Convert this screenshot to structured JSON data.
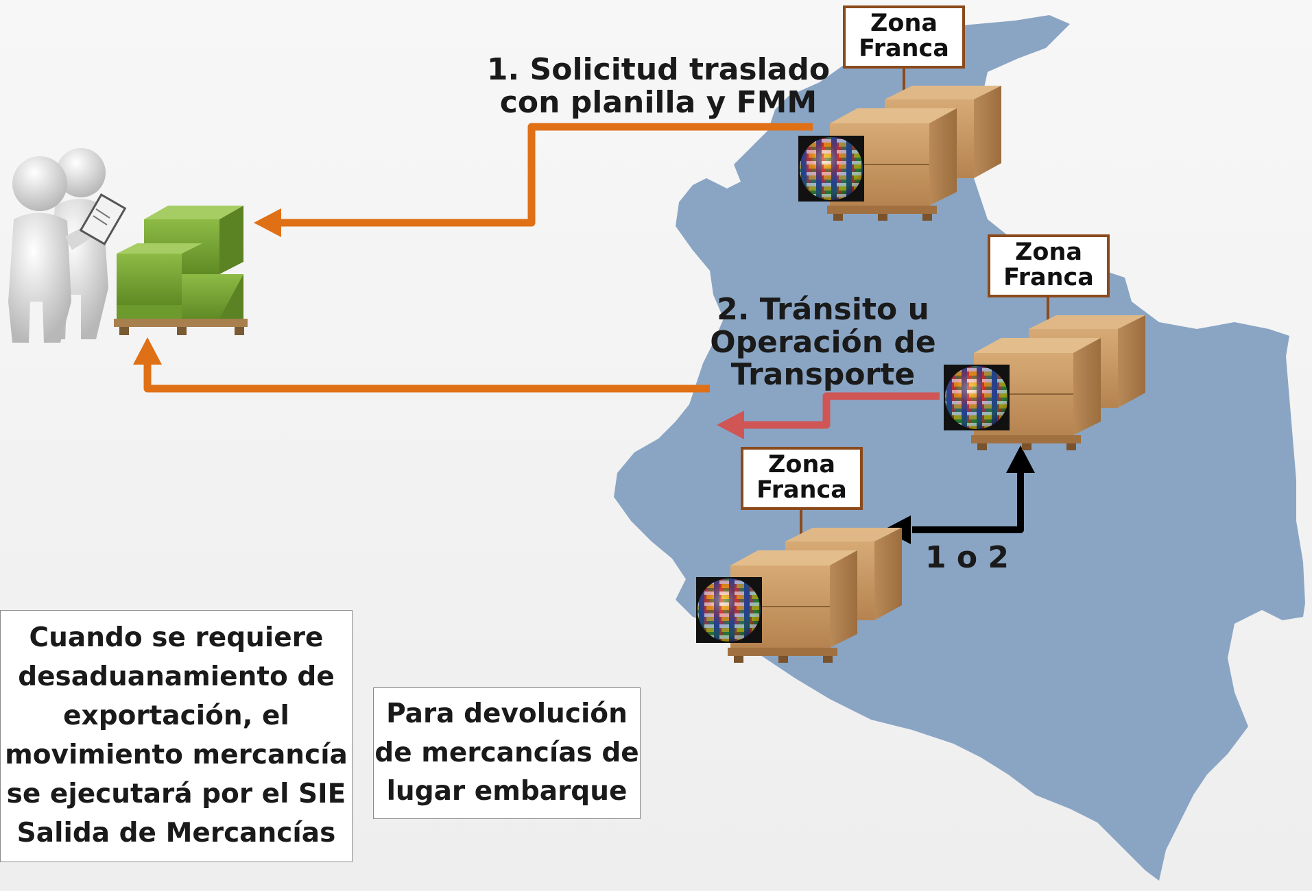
{
  "zones": [
    {
      "line1": "Zona",
      "line2": "Franca"
    },
    {
      "line1": "Zona",
      "line2": "Franca"
    },
    {
      "line1": "Zona",
      "line2": "Franca"
    }
  ],
  "arrows": {
    "route1_label_line1": "1. Solicitud traslado",
    "route1_label_line2": "con planilla y FMM",
    "route2_label_line1": "2. Tránsito u",
    "route2_label_line2": "Operación de",
    "route2_label_line3": "Transporte",
    "option_label": "1 o 2"
  },
  "notes": {
    "export_note_lines": [
      "Cuando se requiere",
      "desaduanamiento de",
      "exportación, el",
      "movimiento mercancía",
      "se ejecutará por el SIE",
      "Salida de Mercancías"
    ],
    "return_note_lines": [
      "Para devolución",
      "de mercancías de",
      "lugar embarque"
    ]
  },
  "colors": {
    "map_fill": "#8aa5c4",
    "arrow_orange": "#e07016",
    "arrow_red": "#d05555",
    "arrow_black": "#000000",
    "zone_border": "#8b4a1c",
    "green_box": "#7aa33a",
    "carton_box": "#c99a66"
  },
  "icons": {
    "people_figure": "two-people-inspecting-icon",
    "green_boxes": "green-pallet-boxes-icon",
    "carton_boxes": "carton-pallet-boxes-icon",
    "flag_globe": "flag-globe-icon"
  }
}
